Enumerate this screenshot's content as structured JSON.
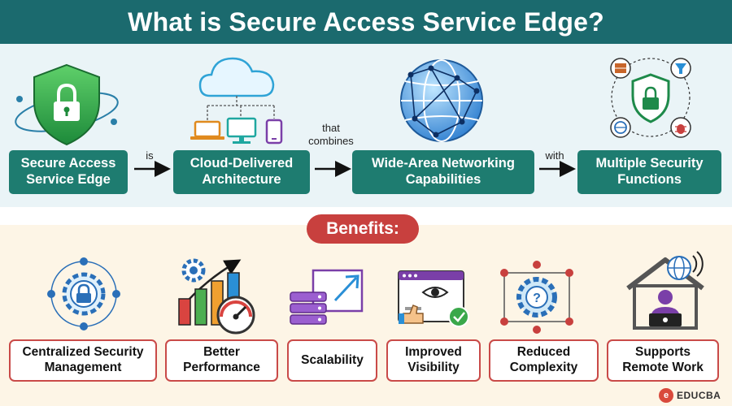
{
  "title": "What is Secure Access Service Edge?",
  "flow": {
    "nodes": [
      {
        "label": "Secure Access Service Edge",
        "icon": "shield-lock-icon"
      },
      {
        "label": "Cloud-Delivered Architecture",
        "icon": "cloud-devices-icon"
      },
      {
        "label": "Wide-Area Networking Capabilities",
        "icon": "globe-network-icon"
      },
      {
        "label": "Multiple Security Functions",
        "icon": "security-functions-icon"
      }
    ],
    "connectors": [
      "is",
      "that combines",
      "with"
    ]
  },
  "benefits": {
    "heading": "Benefits:",
    "items": [
      {
        "label": "Centralized Security Management",
        "icon": "gear-lock-icon"
      },
      {
        "label": "Better Performance",
        "icon": "bar-chart-gauge-icon"
      },
      {
        "label": "Scalability",
        "icon": "server-expand-icon"
      },
      {
        "label": "Improved Visibility",
        "icon": "browser-eye-icon"
      },
      {
        "label": "Reduced Complexity",
        "icon": "gear-question-icon"
      },
      {
        "label": "Supports Remote Work",
        "icon": "home-laptop-icon"
      }
    ]
  },
  "brand": {
    "logo_text": "EDUCBA"
  },
  "colors": {
    "title_bg": "#1b6a6e",
    "flow_box": "#1e7c70",
    "accent_red": "#c8403e",
    "top_bg": "#eaf4f7",
    "bottom_bg": "#fdf5e6"
  }
}
